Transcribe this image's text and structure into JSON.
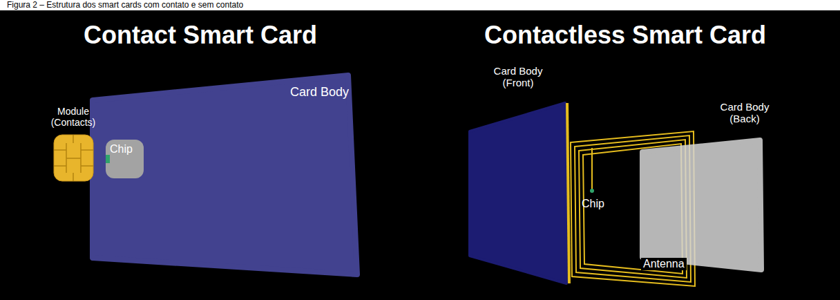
{
  "diagram": {
    "caption": "Figura 2 – Estrutura dos smart cards com contato e sem contato",
    "nodes": [
      {
        "text": [
          "Card Body"
        ]
      },
      {
        "text": [
          "Module (Contacts)"
        ]
      },
      {
        "text": [
          "Chip"
        ],
        "in": 0
      },
      {
        "text": [
          "Card Body (Front)"
        ]
      },
      {
        "text": [
          "Card Body (Back)"
        ]
      }
    ],
    "labels": [
      "Contact Smart Card",
      "Contactless Smart Card",
      "Chip",
      "Antenna"
    ]
  }
}
